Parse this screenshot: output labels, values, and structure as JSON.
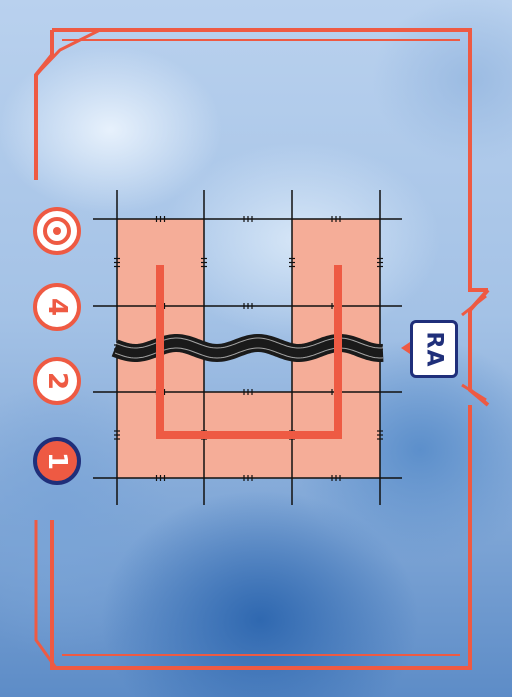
{
  "card": {
    "tokens": [
      {
        "name": "target-token",
        "icon": "target-icon"
      },
      {
        "name": "number-token-4",
        "value": "4"
      },
      {
        "name": "number-token-2",
        "value": "2"
      },
      {
        "name": "number-token-1",
        "value": "1"
      }
    ],
    "badge": {
      "label": "RA"
    },
    "colors": {
      "accent": "#ee5a43",
      "tile": "#f5ad98",
      "navy": "#1f2f7a",
      "river": "#1a1a1a",
      "grid": "#111111"
    },
    "grid": {
      "rows": 3,
      "cols": 3
    }
  }
}
